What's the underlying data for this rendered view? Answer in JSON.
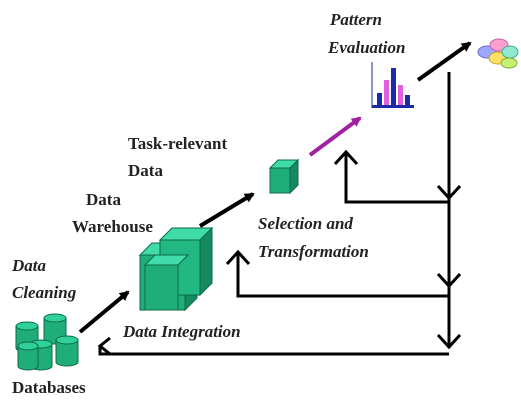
{
  "labels": {
    "pattern": "Pattern",
    "evaluation": "Evaluation",
    "task_relevant": "Task-relevant",
    "data": "Data",
    "dw_data": "Data",
    "warehouse": "Warehouse",
    "selection_and": "Selection and",
    "transformation": "Transformation",
    "data_cleaning_1": "Data",
    "data_cleaning_2": "Cleaning",
    "data_integration": "Data Integration",
    "databases": "Databases"
  },
  "colors": {
    "db_green": "#1fae7a",
    "db_top": "#2ed19a",
    "cube_green": "#1fae7a",
    "cube_top": "#3fdcaa",
    "arrow_black": "#000000",
    "arrow_purple": "#a020a0",
    "bar_blue": "#1a2aa8",
    "bar_pink": "#e060e0"
  },
  "icons": [
    "databases-icon",
    "data-warehouse-icon",
    "task-data-cube-icon",
    "bar-chart-icon",
    "knowledge-gems-icon"
  ]
}
